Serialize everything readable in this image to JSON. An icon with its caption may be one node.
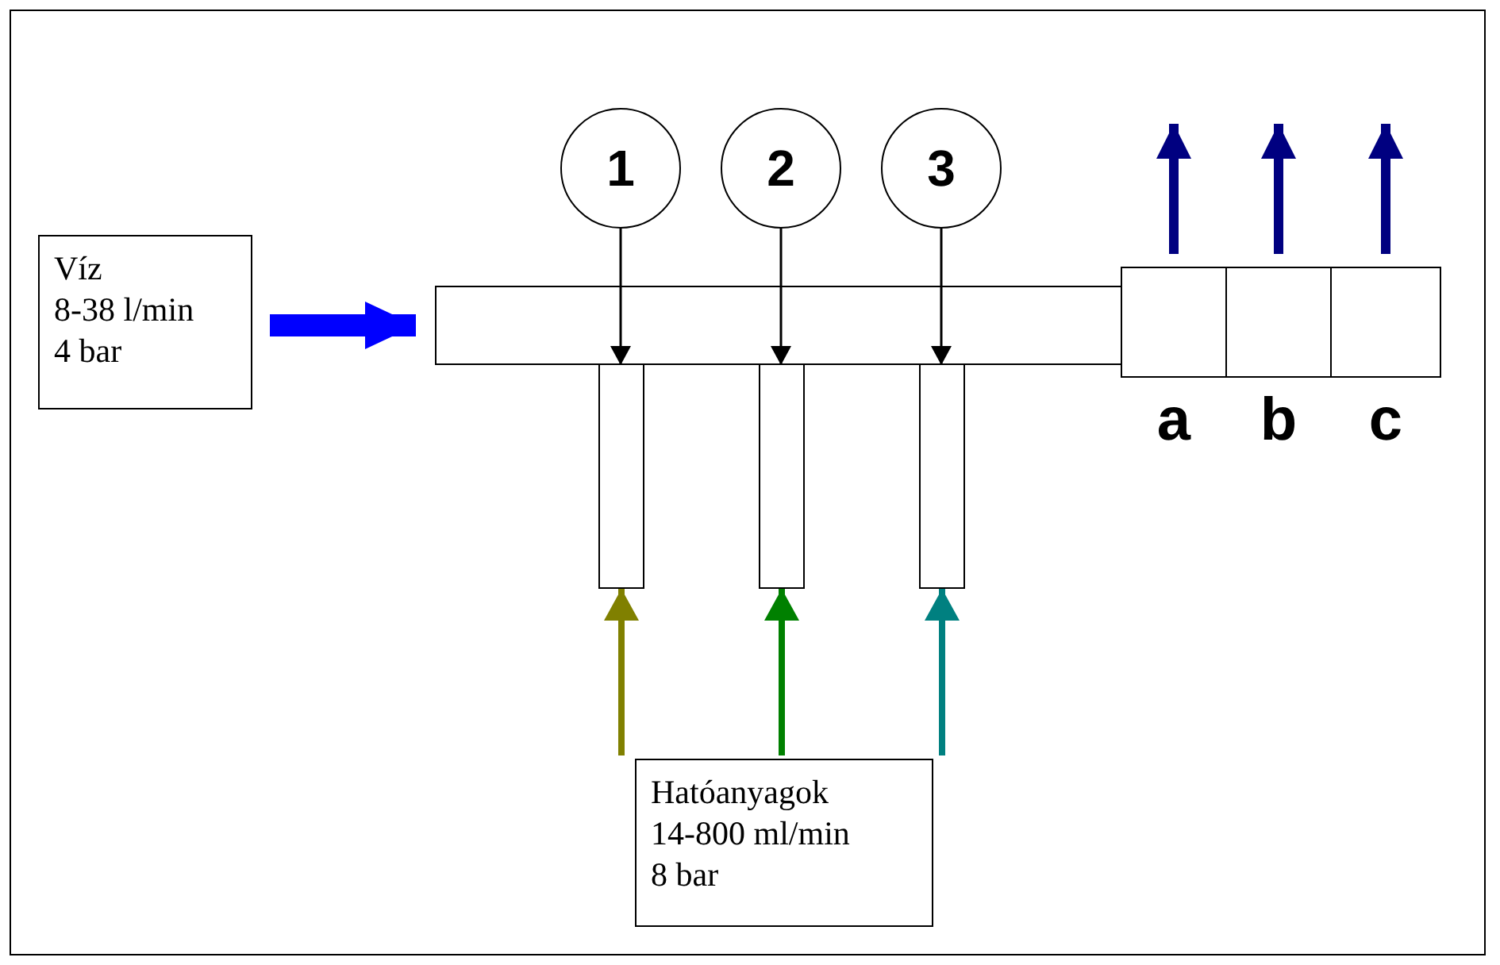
{
  "diagram": {
    "nodes": [
      {
        "text": [
          "Víz",
          "8-38 l/min",
          "4 bar"
        ]
      },
      {
        "text": [],
        "shape": "box"
      },
      {
        "text": [
          "1"
        ]
      },
      {
        "text": [
          "2"
        ]
      },
      {
        "text": [
          "3"
        ]
      },
      {
        "text": [],
        "shape": "box"
      },
      {
        "text": [],
        "shape": "box"
      },
      {
        "text": [],
        "shape": "box"
      },
      {
        "text": [
          "a"
        ]
      },
      {
        "text": [
          "b"
        ]
      },
      {
        "text": [
          "c"
        ]
      },
      {
        "text": [
          "Hatóanyagok",
          "14-800 ml/min",
          "8 bar"
        ]
      }
    ],
    "edges": [
      {
        "from": 0,
        "to": 1,
        "arrow": "to",
        "style": "thick",
        "color": "#0000ff"
      },
      {
        "from": 2,
        "to": 1,
        "arrow": "to",
        "color": "#000000"
      },
      {
        "from": 3,
        "to": 1,
        "arrow": "to",
        "color": "#000000"
      },
      {
        "from": 4,
        "to": 1,
        "arrow": "to",
        "color": "#000000"
      },
      {
        "from": 8,
        "to": null,
        "arrow": "to",
        "color": "#000080"
      },
      {
        "from": 9,
        "to": null,
        "arrow": "to",
        "color": "#000080"
      },
      {
        "from": 10,
        "to": null,
        "arrow": "to",
        "color": "#000080"
      },
      {
        "from": 11,
        "to": 5,
        "arrow": "to",
        "color": "#808000"
      },
      {
        "from": 11,
        "to": 6,
        "arrow": "to",
        "color": "#008000"
      },
      {
        "from": 11,
        "to": 7,
        "arrow": "to",
        "color": "#008080"
      }
    ]
  }
}
